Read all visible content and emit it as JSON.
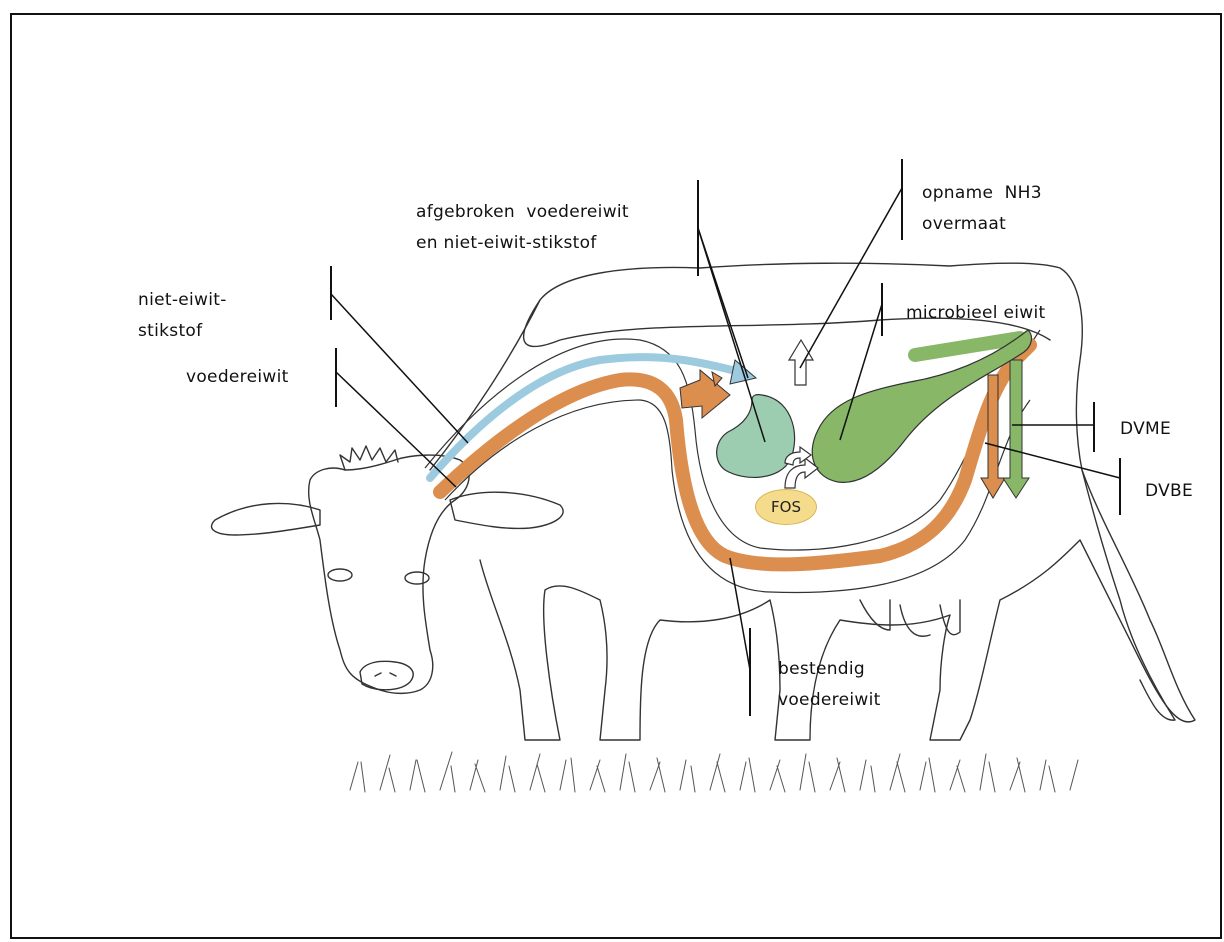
{
  "labels": {
    "niet_eiwit_stikstof_line1": "niet-eiwit-",
    "niet_eiwit_stikstof_line2": "stikstof",
    "voedereiwit": "voedereiwit",
    "afgebroken_line1": "afgebroken  voedereiwit",
    "afgebroken_line2": "en niet-eiwit-stikstof",
    "opname_line1": "opname  NH3",
    "opname_line2": "overmaat",
    "microbieel_eiwit": "microbieel eiwit",
    "dvme": "DVME",
    "dvbe": "DVBE",
    "bestendig_line1": "bestendig",
    "bestendig_line2": "voedereiwit",
    "fos": "FOS"
  },
  "colors": {
    "voedereiwit_flow": "#dc8e4f",
    "niet_eiwit_stikstof_flow": "#9ccbe0",
    "pens_compartment": "#9ccdb1",
    "microbieel_compartment": "#88b768",
    "fos_fill": "#f5dc8c",
    "outline": "#333333"
  }
}
